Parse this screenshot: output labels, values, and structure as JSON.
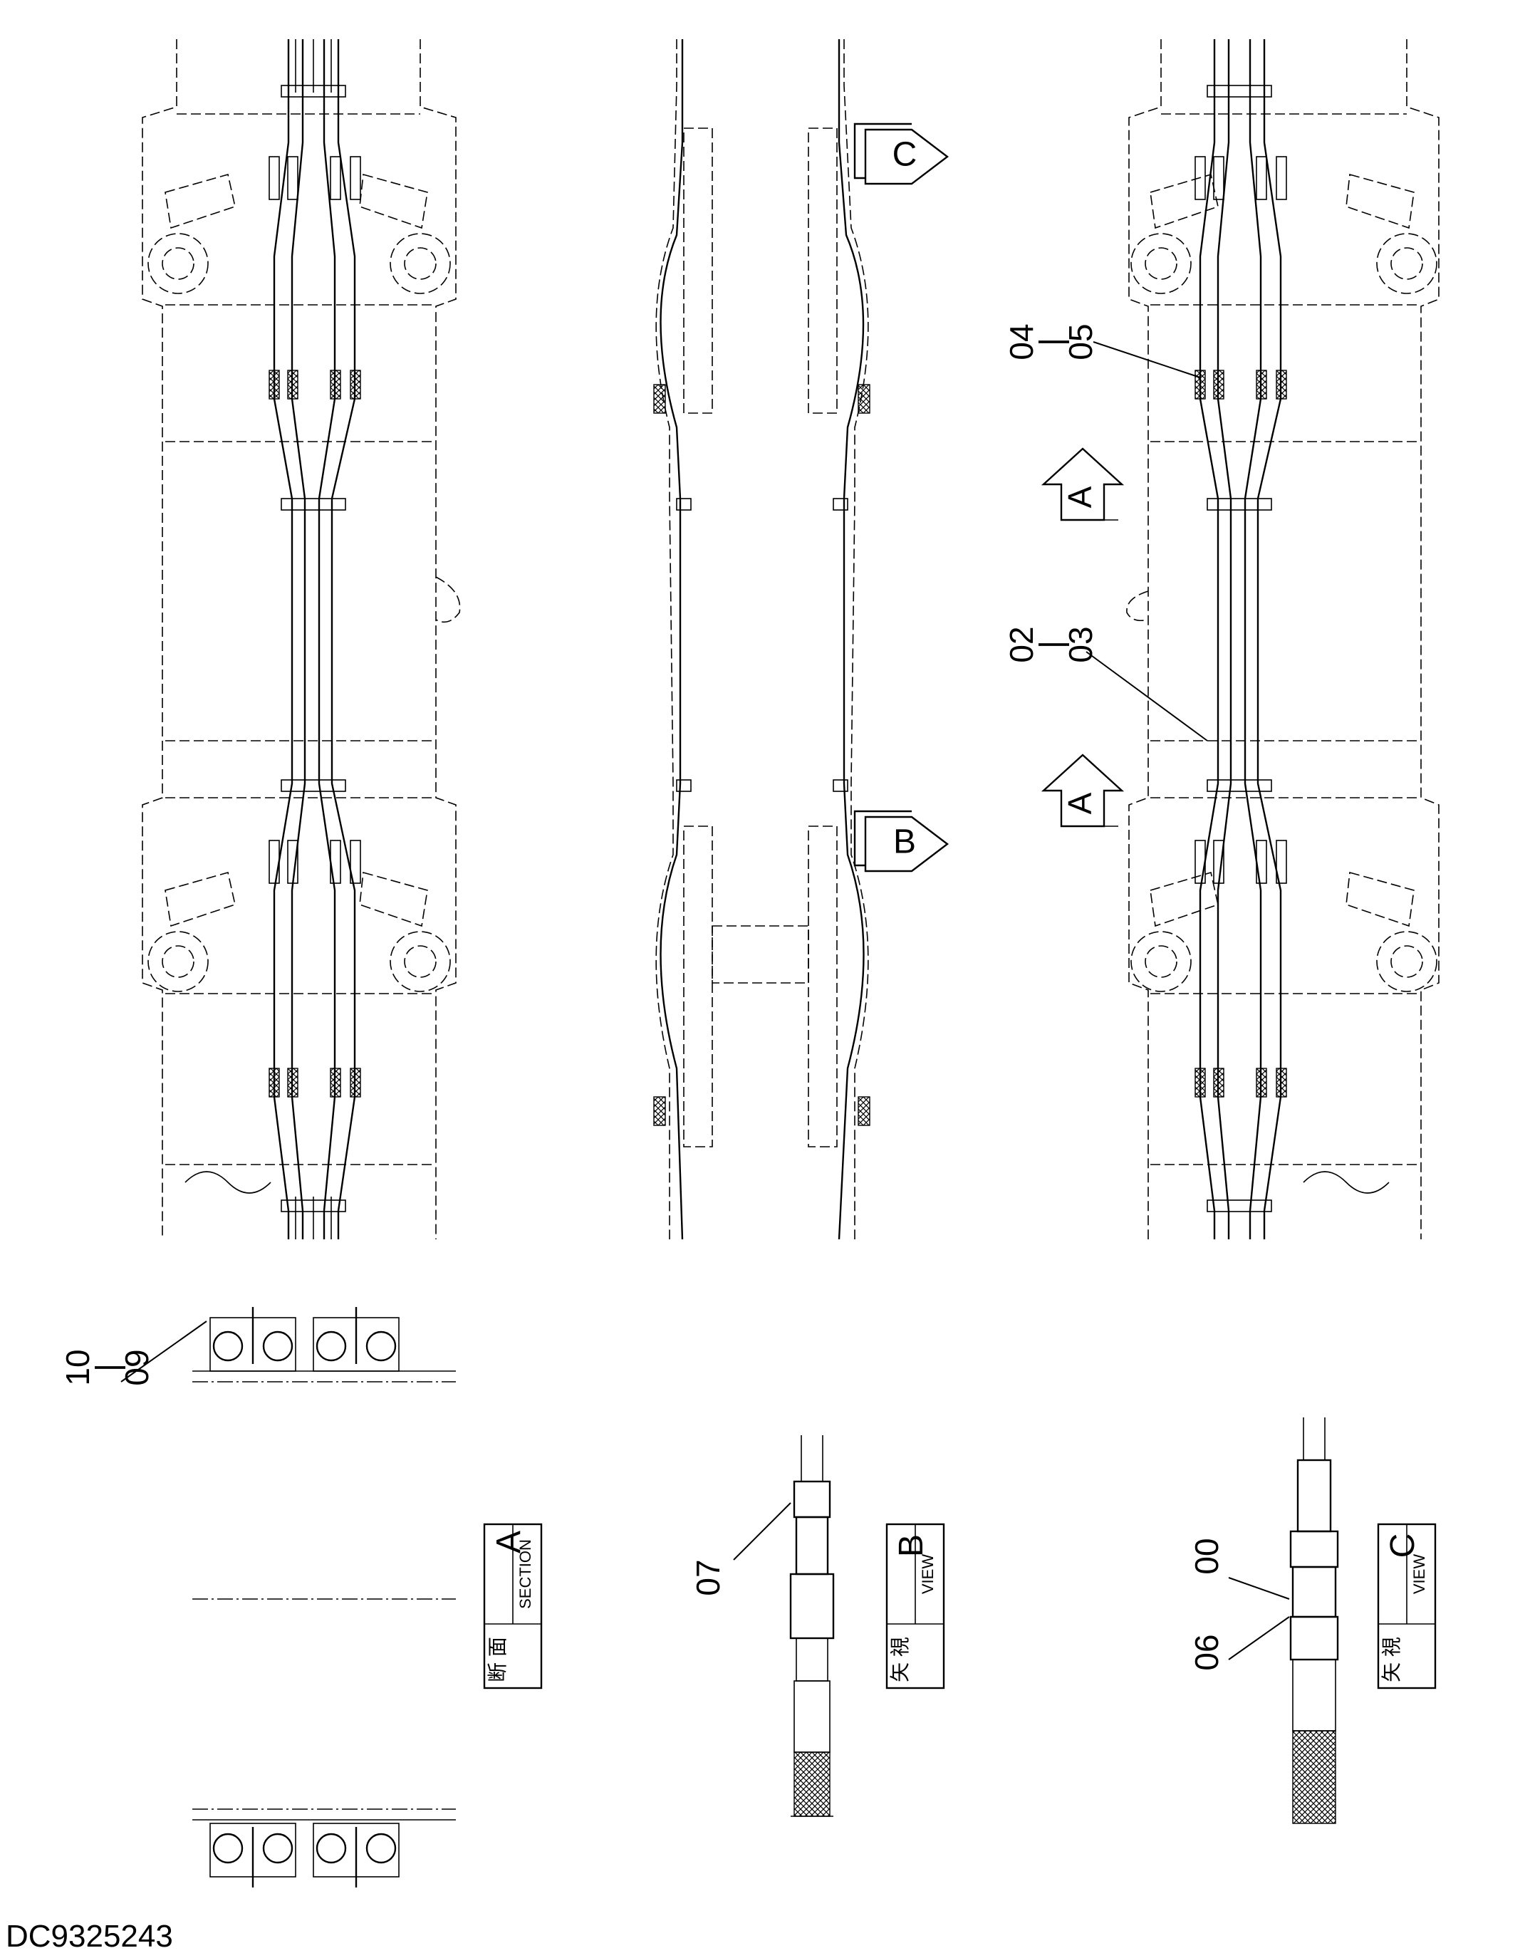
{
  "drawing_number": "DC9325243",
  "callouts": {
    "upper_pair": "04\n|\n05",
    "lower_pair": "02\n|\n03",
    "clamp_pair": "10\n|\n09",
    "fitting_b": "07",
    "fitting_c_top": "00",
    "fitting_c_bottom": "06"
  },
  "view_arrows": {
    "c": "C",
    "b": "B",
    "a_upper": "A",
    "a_lower": "A"
  },
  "view_labels": {
    "section_a": {
      "kanji": "断 面",
      "caption": "SECTION",
      "letter": "A"
    },
    "view_b": {
      "kanji": "矢 視",
      "caption": "VIEW",
      "letter": "B"
    },
    "view_c": {
      "kanji": "矢 視",
      "caption": "VIEW",
      "letter": "C"
    }
  }
}
